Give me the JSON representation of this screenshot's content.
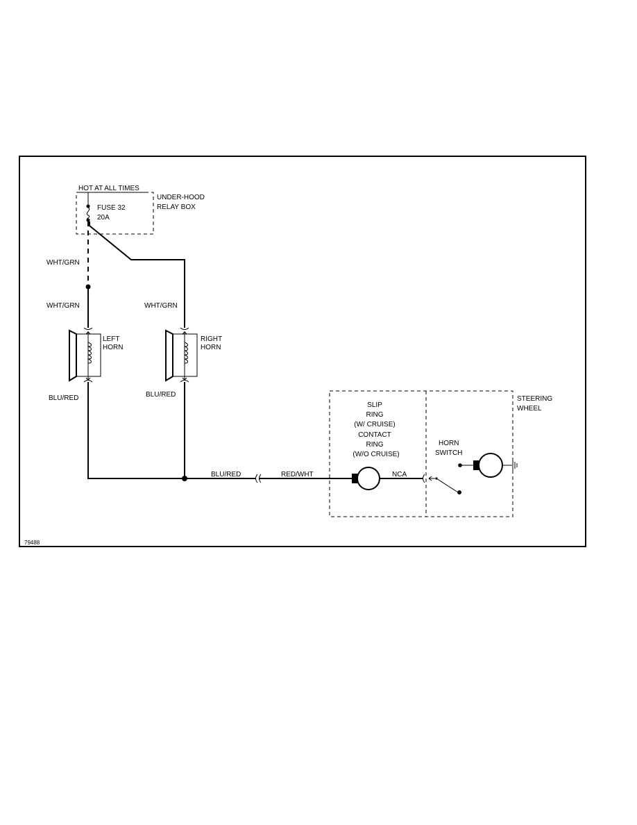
{
  "labels": {
    "hot_at_all_times": "HOT AT ALL TIMES",
    "under_hood_line1": "UNDER-HOOD",
    "under_hood_line2": "RELAY BOX",
    "fuse_line1": "FUSE 32",
    "fuse_line2": "20A",
    "left_horn_line1": "LEFT",
    "left_horn_line2": "HORN",
    "right_horn_line1": "RIGHT",
    "right_horn_line2": "HORN",
    "slip_ring_line1": "SLIP",
    "slip_ring_line2": "RING",
    "slip_ring_line3": "(W/ CRUISE)",
    "slip_ring_line4": "CONTACT",
    "slip_ring_line5": "RING",
    "slip_ring_line6": "(W/O CRUISE)",
    "horn_switch_line1": "HORN",
    "horn_switch_line2": "SWITCH",
    "steering_line1": "STEERING",
    "steering_line2": "WHEEL",
    "figure_id": "79488"
  },
  "wires": {
    "left_upper": "WHT/GRN",
    "left_mid": "WHT/GRN",
    "right_upper": "WHT/GRN",
    "left_lower": "BLU/RED",
    "right_lower": "BLU/RED",
    "bottom_run": "BLU/RED",
    "to_slip_ring": "RED/WHT",
    "nca": "NCA"
  }
}
